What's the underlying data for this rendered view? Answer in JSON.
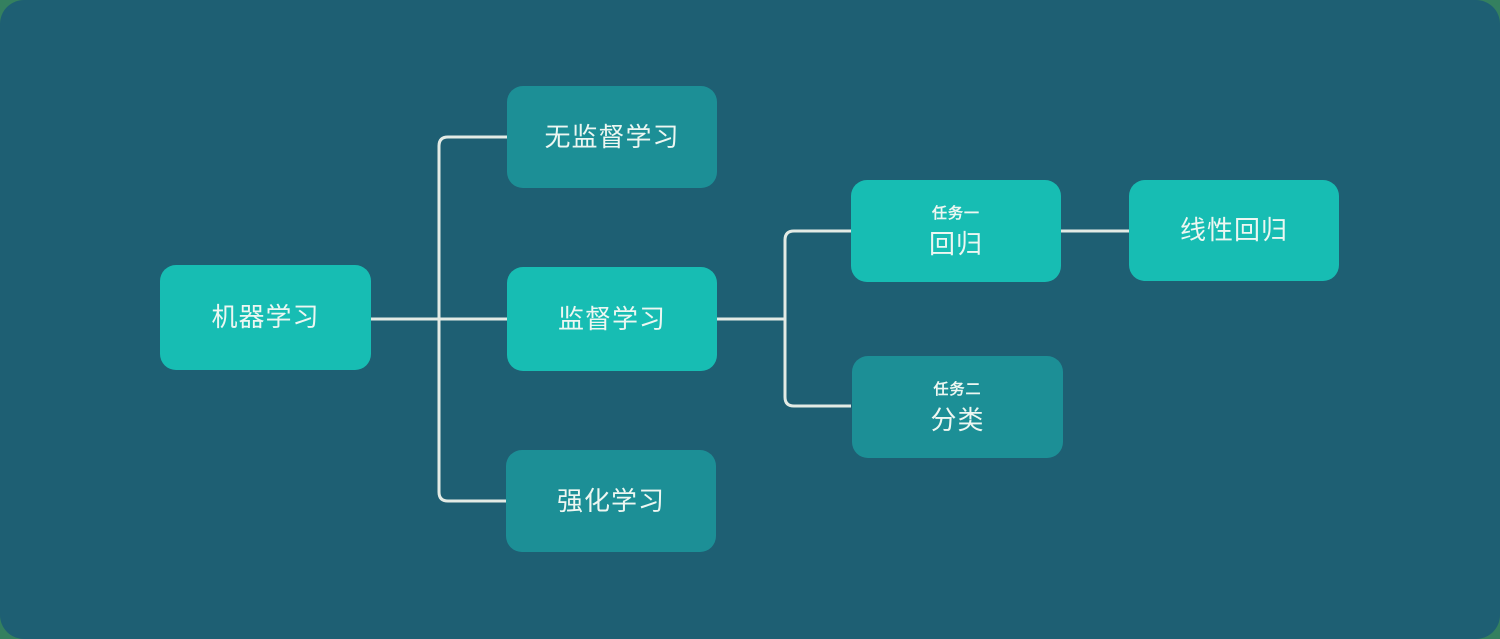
{
  "colors": {
    "page_background": "#34805F",
    "canvas_background": "#1E5F73",
    "node_bright": "#17BDB3",
    "node_dark": "#1C8F96",
    "connector": "#E3EBE5",
    "text": "#EDF7F2"
  },
  "diagram": {
    "type": "mindmap",
    "nodes": [
      {
        "id": "machine-learning",
        "label": "机器学习",
        "variant": "bright",
        "parent": null
      },
      {
        "id": "unsupervised",
        "label": "无监督学习",
        "variant": "dark",
        "parent": "machine-learning"
      },
      {
        "id": "supervised",
        "label": "监督学习",
        "variant": "bright",
        "parent": "machine-learning"
      },
      {
        "id": "reinforcement",
        "label": "强化学习",
        "variant": "dark",
        "parent": "machine-learning"
      },
      {
        "id": "regression",
        "sublabel": "任务一",
        "label": "回归",
        "variant": "bright",
        "parent": "supervised"
      },
      {
        "id": "classification",
        "sublabel": "任务二",
        "label": "分类",
        "variant": "dark",
        "parent": "supervised"
      },
      {
        "id": "linear-regression",
        "label": "线性回归",
        "variant": "bright",
        "parent": "regression"
      }
    ]
  }
}
